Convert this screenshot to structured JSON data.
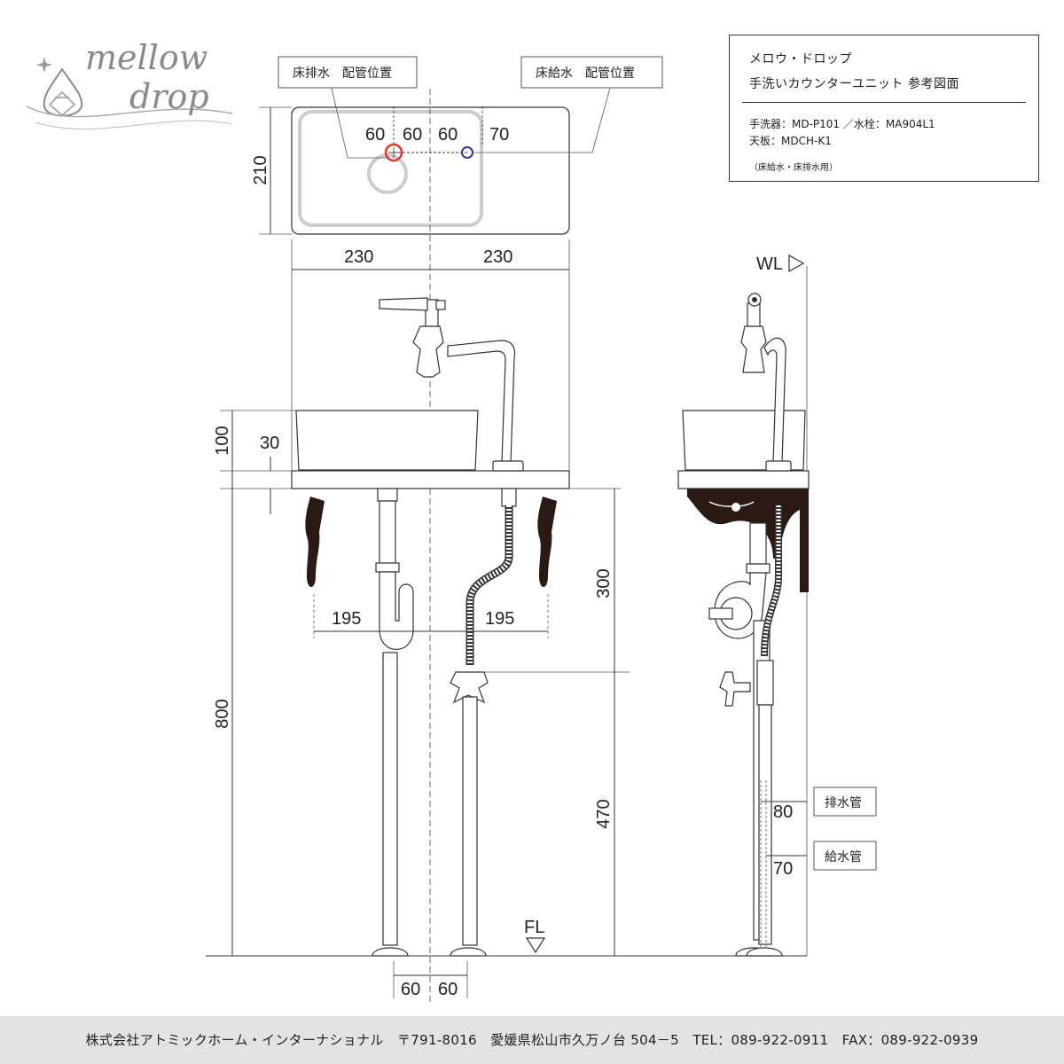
{
  "logo": {
    "line1": "mellow",
    "line2": "drop"
  },
  "title_block": {
    "line1": "メロウ・ドロップ",
    "line2": "手洗いカウンターユニット 参考図面",
    "line3": "手洗器：MD-P101 ／水栓：MA904L1",
    "line4": "天板：MDCH-K1",
    "line5": "（床給水・床排水用）"
  },
  "callouts": {
    "drain_pos": "床排水　配管位置",
    "supply_pos": "床給水　配管位置",
    "drain_pipe": "排水管",
    "supply_pipe": "給水管"
  },
  "markers": {
    "wl": "WL",
    "fl": "FL"
  },
  "dimensions": {
    "top_60a": "60",
    "top_60b": "60",
    "top_60c": "60",
    "top_70": "70",
    "depth_210": "210",
    "width_230_left": "230",
    "width_230_right": "230",
    "bowl_100": "100",
    "counter_30": "30",
    "bracket_195_left": "195",
    "bracket_195_right": "195",
    "height_300": "300",
    "height_470": "470",
    "height_800": "800",
    "side_80": "80",
    "side_70": "70",
    "floor_60_left": "60",
    "floor_60_right": "60"
  },
  "colors": {
    "drain_marker": "#e8342b",
    "supply_marker": "#2a3a9a",
    "bracket": "#2b1a14",
    "footer_bg": "#e3e3e3"
  },
  "footer": "株式会社アトミックホーム・インターナショナル　〒791-8016　愛媛県松山市久万ノ台 504－5　TEL：089-922-0911　FAX：089-922-0939"
}
